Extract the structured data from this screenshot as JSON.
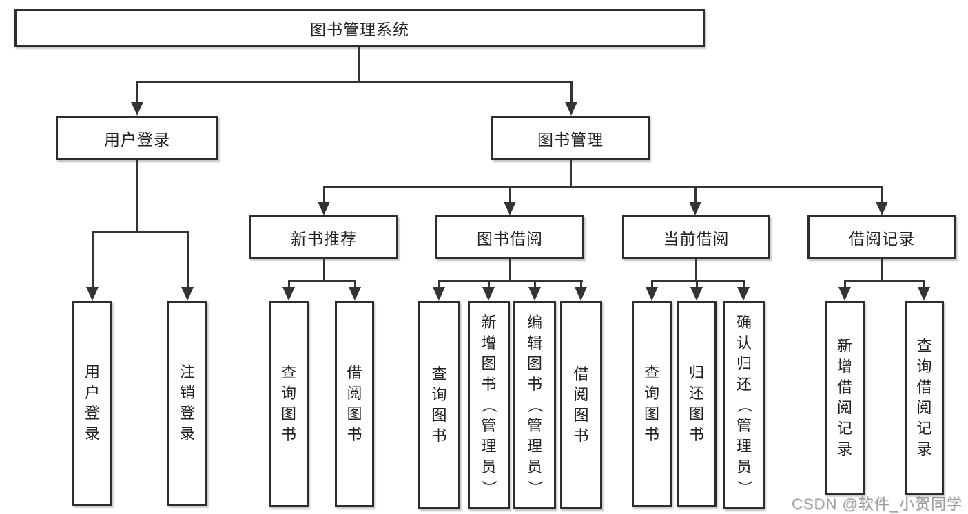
{
  "diagram": {
    "title": "图书管理系统",
    "root": {
      "label": "图书管理系统"
    },
    "branches": [
      {
        "label": "用户登录",
        "children": [
          {
            "label": "用户登录"
          },
          {
            "label": "注销登录"
          }
        ]
      },
      {
        "label": "图书管理",
        "children": [
          {
            "label": "新书推荐",
            "children": [
              {
                "label": "查询图书"
              },
              {
                "label": "借阅图书"
              }
            ]
          },
          {
            "label": "图书借阅",
            "children": [
              {
                "label": "查询图书"
              },
              {
                "label": "新增图书（管理员）"
              },
              {
                "label": "编辑图书（管理员）"
              },
              {
                "label": "借阅图书"
              }
            ]
          },
          {
            "label": "当前借阅",
            "children": [
              {
                "label": "查询图书"
              },
              {
                "label": "归还图书"
              },
              {
                "label": "确认归还（管理员）"
              }
            ]
          },
          {
            "label": "借阅记录",
            "children": [
              {
                "label": "新增借阅记录"
              },
              {
                "label": "查询借阅记录"
              }
            ]
          }
        ]
      }
    ]
  },
  "watermark": {
    "text": "CSDN @软件_小贺同学"
  },
  "colors": {
    "background": "#ffffff",
    "box_border": "#2d2d2d",
    "connector_line": "#333333",
    "text": "#222222",
    "watermark_text": "#9d9d9d"
  }
}
